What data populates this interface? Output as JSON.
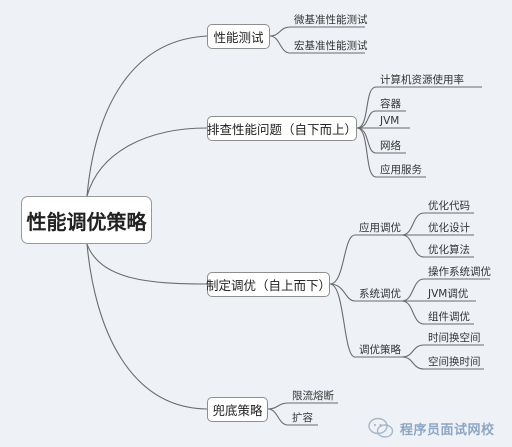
{
  "root": "性能调优策略",
  "branches": {
    "perf_test": {
      "label": "性能测试",
      "children": [
        "微基准性能测试",
        "宏基准性能测试"
      ]
    },
    "investigate": {
      "label": "排查性能问题（自下而上）",
      "children": [
        "计算机资源使用率",
        "容器",
        "JVM",
        "网络",
        "应用服务"
      ]
    },
    "tuning": {
      "label": "制定调优（自上而下）",
      "groups": [
        {
          "label": "应用调优",
          "children": [
            "优化代码",
            "优化设计",
            "优化算法"
          ]
        },
        {
          "label": "系统调优",
          "children": [
            "操作系统调优",
            "JVM调优",
            "组件调优"
          ]
        },
        {
          "label": "调优策略",
          "children": [
            "时间换空间",
            "空间换时间"
          ]
        }
      ]
    },
    "fallback": {
      "label": "兜底策略",
      "children": [
        "限流熔断",
        "扩容"
      ]
    }
  },
  "watermark": "程序员面试网校",
  "colors": {
    "background": "#eef2f7",
    "line": "#6b6b6b",
    "node_border": "#8e8e8e"
  }
}
